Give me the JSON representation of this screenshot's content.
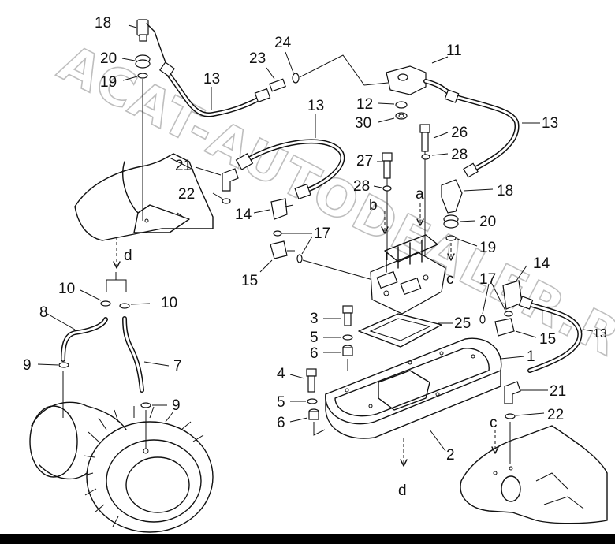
{
  "diagram": {
    "watermark": "ACAT-AUTODEALER.RU",
    "colors": {
      "ink": "#111111",
      "watermark": "#8a8a8a",
      "background": "#ffffff",
      "bar": "#000000"
    },
    "callouts": [
      {
        "id": "c18a",
        "text": "18"
      },
      {
        "id": "c20a",
        "text": "20"
      },
      {
        "id": "c19a",
        "text": "19"
      },
      {
        "id": "c13a",
        "text": "13"
      },
      {
        "id": "c23",
        "text": "23"
      },
      {
        "id": "c24",
        "text": "24"
      },
      {
        "id": "c11",
        "text": "11"
      },
      {
        "id": "c12",
        "text": "12"
      },
      {
        "id": "c30",
        "text": "30"
      },
      {
        "id": "c13b",
        "text": "13"
      },
      {
        "id": "c13c",
        "text": "13"
      },
      {
        "id": "c26",
        "text": "26"
      },
      {
        "id": "c28a",
        "text": "28"
      },
      {
        "id": "c27",
        "text": "27"
      },
      {
        "id": "c28b",
        "text": "28"
      },
      {
        "id": "c21a",
        "text": "21"
      },
      {
        "id": "c22a",
        "text": "22"
      },
      {
        "id": "c14a",
        "text": "14"
      },
      {
        "id": "c17a",
        "text": "17"
      },
      {
        "id": "c15a",
        "text": "15"
      },
      {
        "id": "c18b",
        "text": "18"
      },
      {
        "id": "c20b",
        "text": "20"
      },
      {
        "id": "c19b",
        "text": "19"
      },
      {
        "id": "ca",
        "text": "a"
      },
      {
        "id": "cb",
        "text": "b"
      },
      {
        "id": "cc1",
        "text": "c"
      },
      {
        "id": "cd1",
        "text": "d"
      },
      {
        "id": "c10a",
        "text": "10"
      },
      {
        "id": "c10b",
        "text": "10"
      },
      {
        "id": "c8",
        "text": "8"
      },
      {
        "id": "c9a",
        "text": "9"
      },
      {
        "id": "c7",
        "text": "7"
      },
      {
        "id": "c9b",
        "text": "9"
      },
      {
        "id": "c14b",
        "text": "14"
      },
      {
        "id": "c17b",
        "text": "17"
      },
      {
        "id": "c15b",
        "text": "15"
      },
      {
        "id": "c3",
        "text": "3"
      },
      {
        "id": "c5a",
        "text": "5"
      },
      {
        "id": "c6a",
        "text": "6"
      },
      {
        "id": "c25",
        "text": "25"
      },
      {
        "id": "c1",
        "text": "1"
      },
      {
        "id": "c13d",
        "text": "13"
      },
      {
        "id": "c4",
        "text": "4"
      },
      {
        "id": "c5b",
        "text": "5"
      },
      {
        "id": "c6b",
        "text": "6"
      },
      {
        "id": "c21b",
        "text": "21"
      },
      {
        "id": "c22b",
        "text": "22"
      },
      {
        "id": "cc2",
        "text": "c"
      },
      {
        "id": "c2",
        "text": "2"
      },
      {
        "id": "cd2",
        "text": "d"
      }
    ]
  }
}
